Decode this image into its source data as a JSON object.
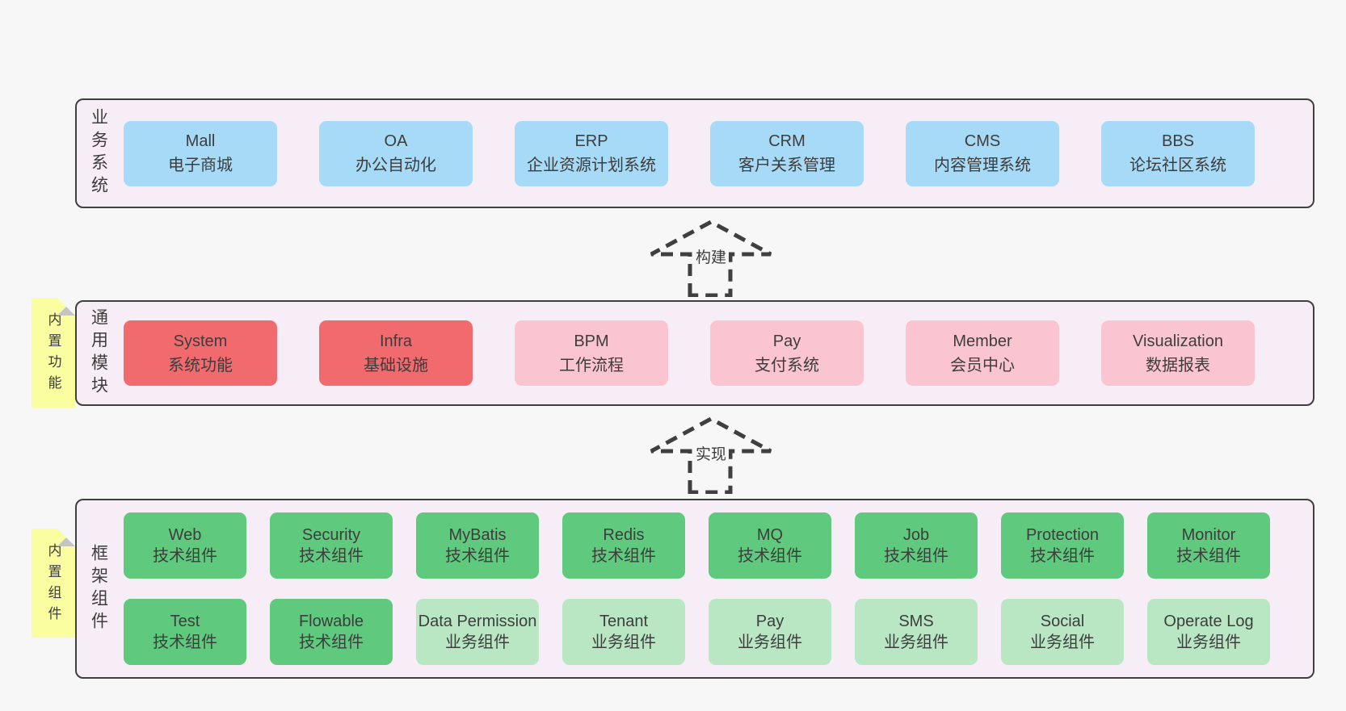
{
  "colors": {
    "page_bg": "#f8f7f8",
    "band_bg": "#f7edf6",
    "band_border": "#3f3f3f",
    "blue": "#a6daf6",
    "red": "#f06a6e",
    "pink": "#fac5d0",
    "green": "#5fc97d",
    "green_light": "#b9e7c3",
    "note_yellow": "#fafda0",
    "note_fold": "#c4c4c4",
    "text": "#3d3d3d"
  },
  "bands": [
    {
      "label": "业务系统",
      "boxes": [
        {
          "title": "Mall",
          "subtitle": "电子商城",
          "color": "blue"
        },
        {
          "title": "OA",
          "subtitle": "办公自动化",
          "color": "blue"
        },
        {
          "title": "ERP",
          "subtitle": "企业资源计划系统",
          "color": "blue"
        },
        {
          "title": "CRM",
          "subtitle": "客户关系管理",
          "color": "blue"
        },
        {
          "title": "CMS",
          "subtitle": "内容管理系统",
          "color": "blue"
        },
        {
          "title": "BBS",
          "subtitle": "论坛社区系统",
          "color": "blue"
        }
      ]
    },
    {
      "label": "通用模块",
      "note": "内置功能",
      "boxes": [
        {
          "title": "System",
          "subtitle": "系统功能",
          "color": "red"
        },
        {
          "title": "Infra",
          "subtitle": "基础设施",
          "color": "red"
        },
        {
          "title": "BPM",
          "subtitle": "工作流程",
          "color": "pink"
        },
        {
          "title": "Pay",
          "subtitle": "支付系统",
          "color": "pink"
        },
        {
          "title": "Member",
          "subtitle": "会员中心",
          "color": "pink"
        },
        {
          "title": "Visualization",
          "subtitle": "数据报表",
          "color": "pink"
        }
      ]
    },
    {
      "label": "框架组件",
      "note": "内置组件",
      "boxes": [
        {
          "title": "Web",
          "subtitle": "技术组件",
          "color": "green"
        },
        {
          "title": "Security",
          "subtitle": "技术组件",
          "color": "green"
        },
        {
          "title": "MyBatis",
          "subtitle": "技术组件",
          "color": "green"
        },
        {
          "title": "Redis",
          "subtitle": "技术组件",
          "color": "green"
        },
        {
          "title": "MQ",
          "subtitle": "技术组件",
          "color": "green"
        },
        {
          "title": "Job",
          "subtitle": "技术组件",
          "color": "green"
        },
        {
          "title": "Protection",
          "subtitle": "技术组件",
          "color": "green"
        },
        {
          "title": "Monitor",
          "subtitle": "技术组件",
          "color": "green"
        },
        {
          "title": "Test",
          "subtitle": "技术组件",
          "color": "green"
        },
        {
          "title": "Flowable",
          "subtitle": "技术组件",
          "color": "green"
        },
        {
          "title": "Data Permission",
          "subtitle": "业务组件",
          "color": "green-light"
        },
        {
          "title": "Tenant",
          "subtitle": "业务组件",
          "color": "green-light"
        },
        {
          "title": "Pay",
          "subtitle": "业务组件",
          "color": "green-light"
        },
        {
          "title": "SMS",
          "subtitle": "业务组件",
          "color": "green-light"
        },
        {
          "title": "Social",
          "subtitle": "业务组件",
          "color": "green-light"
        },
        {
          "title": "Operate Log",
          "subtitle": "业务组件",
          "color": "green-light"
        }
      ]
    }
  ],
  "arrows": [
    {
      "label": "构建"
    },
    {
      "label": "实现"
    }
  ]
}
